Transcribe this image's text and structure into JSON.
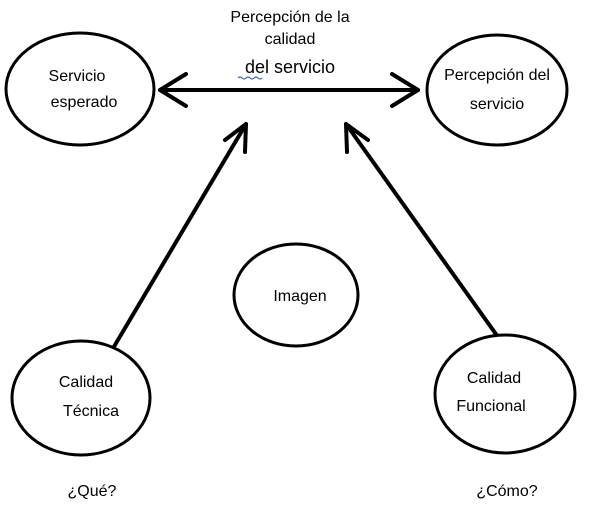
{
  "title": {
    "line1": "Percepción de la",
    "line2": "calidad",
    "line3_part1": "del",
    "line3_part2": " servicio"
  },
  "nodes": {
    "expected": {
      "line1": "Servicio",
      "line2": "esperado"
    },
    "perceived": {
      "line1": "Percepción del",
      "line2": "servicio"
    },
    "image": {
      "label": "Imagen"
    },
    "technical": {
      "line1": "Calidad",
      "line2": "Técnica"
    },
    "functional": {
      "line1": "Calidad",
      "line2": "Funcional"
    }
  },
  "questions": {
    "what": "¿Qué?",
    "how": "¿Cómo?"
  },
  "colors": {
    "stroke": "#000000",
    "spellcheck": "#3a5fcd"
  }
}
